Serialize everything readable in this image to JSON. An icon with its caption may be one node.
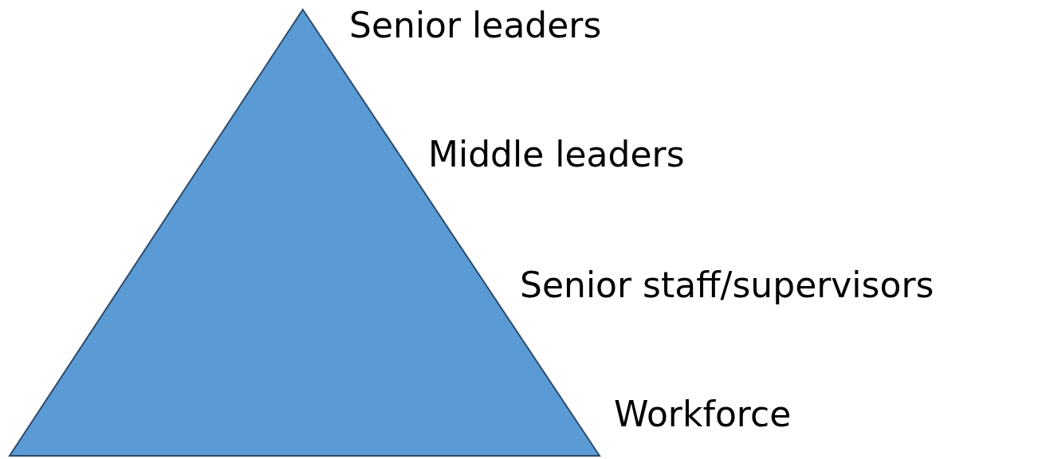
{
  "diagram": {
    "nodes": [
      {
        "text": [],
        "shape": "triangle",
        "beside": [
          "Senior leaders",
          "Middle leaders",
          "Senior staff/supervisors",
          "Workforce"
        ]
      }
    ]
  }
}
